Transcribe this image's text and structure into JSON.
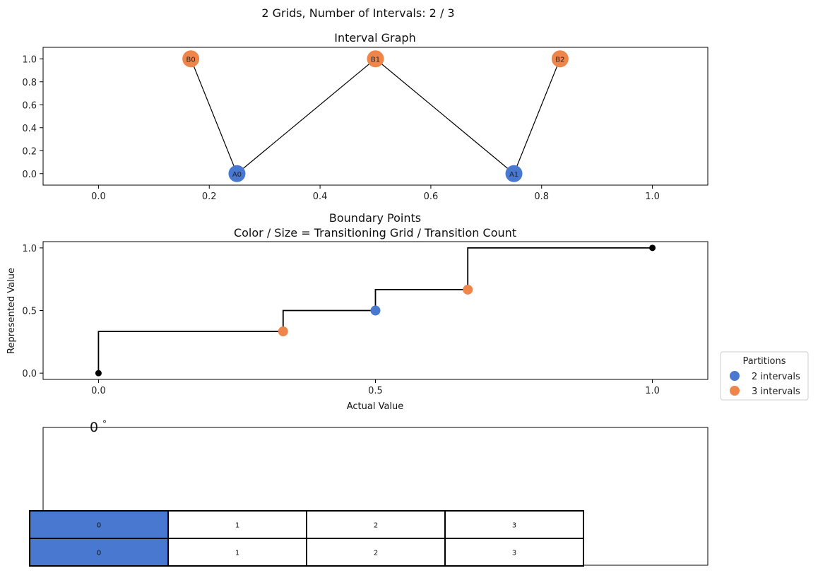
{
  "figure_title": "2 Grids, Number of Intervals: 2 / 3",
  "colors": {
    "grid_a": "#4878d0",
    "grid_b": "#ee854a",
    "endpoint": "#000000",
    "line": "#000000"
  },
  "chart_data": [
    {
      "type": "scatter",
      "title": "Interval Graph",
      "xlim": [
        -0.1,
        1.1
      ],
      "ylim": [
        -0.1,
        1.1
      ],
      "xticks": [
        "0.0",
        "0.2",
        "0.4",
        "0.6",
        "0.8",
        "1.0"
      ],
      "yticks": [
        "0.0",
        "0.2",
        "0.4",
        "0.6",
        "0.8",
        "1.0"
      ],
      "nodes": [
        {
          "label": "B0",
          "x": 0.1667,
          "y": 1,
          "grid": "b"
        },
        {
          "label": "A0",
          "x": 0.25,
          "y": 0,
          "grid": "a"
        },
        {
          "label": "B1",
          "x": 0.5,
          "y": 1,
          "grid": "b"
        },
        {
          "label": "A1",
          "x": 0.75,
          "y": 0,
          "grid": "a"
        },
        {
          "label": "B2",
          "x": 0.8333,
          "y": 1,
          "grid": "b"
        }
      ],
      "edges": [
        [
          "B0",
          "A0"
        ],
        [
          "A0",
          "B1"
        ],
        [
          "B1",
          "A1"
        ],
        [
          "A1",
          "B2"
        ]
      ]
    },
    {
      "type": "line",
      "title": "Boundary Points",
      "subtitle": "Color / Size = Transitioning Grid / Transition Count",
      "xlabel": "Actual Value",
      "ylabel": "Represented Value",
      "xlim": [
        -0.1,
        1.1
      ],
      "ylim": [
        -0.05,
        1.05
      ],
      "xticks": [
        "0.0",
        "0.5",
        "1.0"
      ],
      "yticks": [
        "0.0",
        "0.5",
        "1.0"
      ],
      "step_points": [
        [
          0,
          0
        ],
        [
          0,
          0.3333
        ],
        [
          0.3333,
          0.3333
        ],
        [
          0.3333,
          0.5
        ],
        [
          0.5,
          0.5
        ],
        [
          0.5,
          0.6667
        ],
        [
          0.6667,
          0.6667
        ],
        [
          0.6667,
          1
        ],
        [
          1,
          1
        ]
      ],
      "boundary_points": [
        {
          "x": 0,
          "y": 0,
          "grid": "end"
        },
        {
          "x": 0.3333,
          "y": 0.3333,
          "grid": "b"
        },
        {
          "x": 0.5,
          "y": 0.5,
          "grid": "a"
        },
        {
          "x": 0.6667,
          "y": 0.6667,
          "grid": "b"
        },
        {
          "x": 1,
          "y": 1,
          "grid": "end"
        }
      ],
      "legend": {
        "title": "Partitions",
        "placement": "right",
        "entries": [
          {
            "label": "2 intervals",
            "grid": "a"
          },
          {
            "label": "3 intervals",
            "grid": "b"
          }
        ]
      }
    },
    {
      "type": "table",
      "angle_label": "0",
      "degree_symbol": "°",
      "rows": [
        {
          "cells": [
            "0",
            "1",
            "2",
            "3"
          ],
          "highlight": [
            0
          ]
        },
        {
          "cells": [
            "0",
            "1",
            "2",
            "3"
          ],
          "highlight": [
            0
          ]
        }
      ]
    }
  ]
}
